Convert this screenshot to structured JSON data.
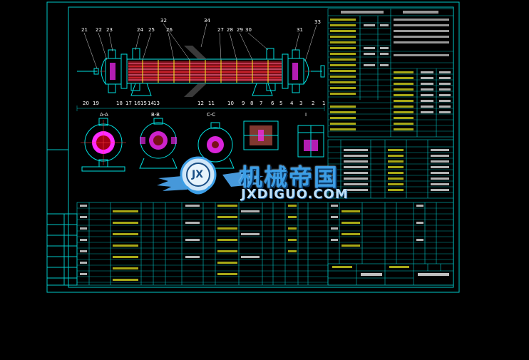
{
  "drawing": {
    "part_numbers_top": [
      "21",
      "22",
      "23",
      "24",
      "25",
      "26",
      "32",
      "34",
      "27",
      "28",
      "29",
      "30",
      "31",
      "33"
    ],
    "part_numbers_bottom": [
      "20",
      "19",
      "18",
      "17",
      "16",
      "15",
      "14",
      "13",
      "12",
      "11",
      "10",
      "9",
      "8",
      "7",
      "6",
      "5",
      "4",
      "3",
      "2",
      "1"
    ],
    "section_labels": [
      "A-A",
      "B-B",
      "C-C",
      "I"
    ]
  },
  "watermark": {
    "cn_text": "机械帝国",
    "url_text": "JXDIGUO.COM",
    "badge_text": "JX"
  },
  "colors": {
    "background": "#000000",
    "frame": "#00c8c8",
    "linework": "#00e0e0",
    "tube_red": "#c8202a",
    "tube_pink": "#ff78a8",
    "accent_magenta": "#ff2aff",
    "text_yellow": "#f0f020",
    "text_white": "#ffffff",
    "watermark_blue": "#3c9ee6"
  }
}
